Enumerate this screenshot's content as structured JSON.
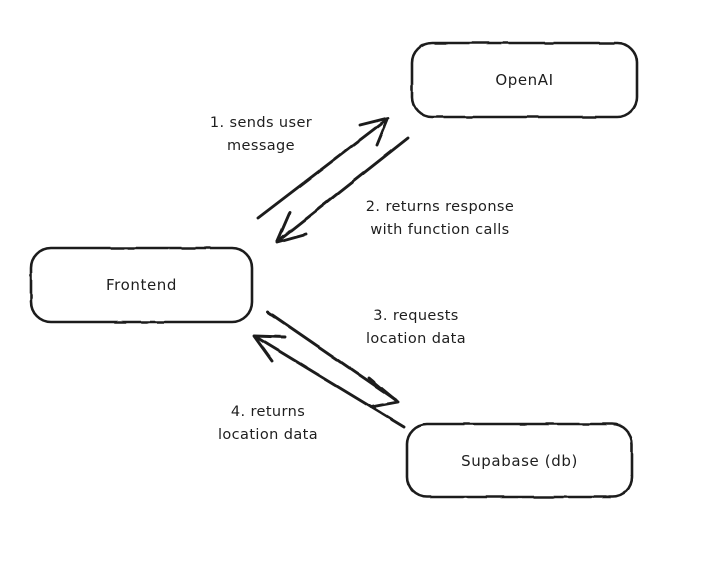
{
  "diagram": {
    "type": "sequence-flow-diagram",
    "background_color": "#ffffff",
    "stroke_color": "#1e1e1e",
    "text_color": "#1e1e1e",
    "nodes": [
      {
        "id": "openai",
        "label": "OpenAI",
        "shape": "rounded-rectangle"
      },
      {
        "id": "frontend",
        "label": "Frontend",
        "shape": "rounded-rectangle"
      },
      {
        "id": "supabase",
        "label": "Supabase (db)",
        "shape": "rounded-rectangle"
      }
    ],
    "edges": [
      {
        "id": "edge-1",
        "from": "frontend",
        "to": "openai",
        "label": "1. sends user\nmessage"
      },
      {
        "id": "edge-2",
        "from": "openai",
        "to": "frontend",
        "label": "2. returns response\nwith function calls"
      },
      {
        "id": "edge-3",
        "from": "frontend",
        "to": "supabase",
        "label": "3. requests\nlocation data"
      },
      {
        "id": "edge-4",
        "from": "supabase",
        "to": "frontend",
        "label": "4. returns\nlocation data"
      }
    ]
  }
}
